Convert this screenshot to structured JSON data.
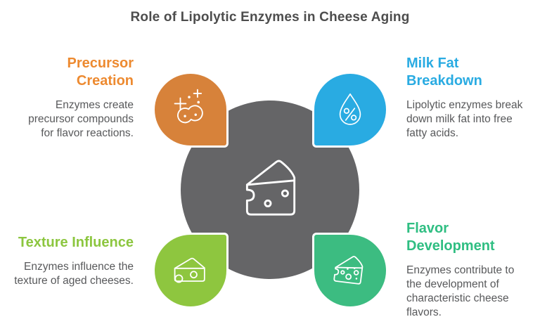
{
  "title": "Role of Lipolytic Enzymes in Cheese Aging",
  "palette": {
    "orange_petal": "#D7823A",
    "orange_heading": "#ED8A30",
    "blue": "#29ABE2",
    "light_green_petal": "#8EC63F",
    "light_green_heading": "#8CC63F",
    "emerald_petal": "#3CBC81",
    "emerald_heading": "#2FBE82",
    "center_gray": "#656567",
    "title_text": "#4D4D4D",
    "body_text": "#58595B",
    "icon_stroke": "#FFFFFF"
  },
  "center": {
    "icon": "cheese-block-icon"
  },
  "sections": {
    "precursor_creation": {
      "heading": "Precursor\nCreation",
      "body": "Enzymes create\nprecursor compounds\nfor flavor reactions.",
      "icon": "sparkles-compound-icon",
      "position": "top-left"
    },
    "milk_fat_breakdown": {
      "heading": "Milk Fat\nBreakdown",
      "body": "Lipolytic enzymes break\ndown milk fat into free\nfatty acids.",
      "icon": "droplet-percent-icon",
      "position": "top-right"
    },
    "texture_influence": {
      "heading": "Texture Influence",
      "body": "Enzymes influence the\ntexture of aged cheeses.",
      "icon": "cheese-wedge-icon",
      "position": "bottom-left"
    },
    "flavor_development": {
      "heading": "Flavor\nDevelopment",
      "body": "Enzymes contribute to\nthe development of\ncharacteristic cheese\nflavors.",
      "icon": "cheese-wedge-holes-icon",
      "position": "bottom-right"
    }
  }
}
